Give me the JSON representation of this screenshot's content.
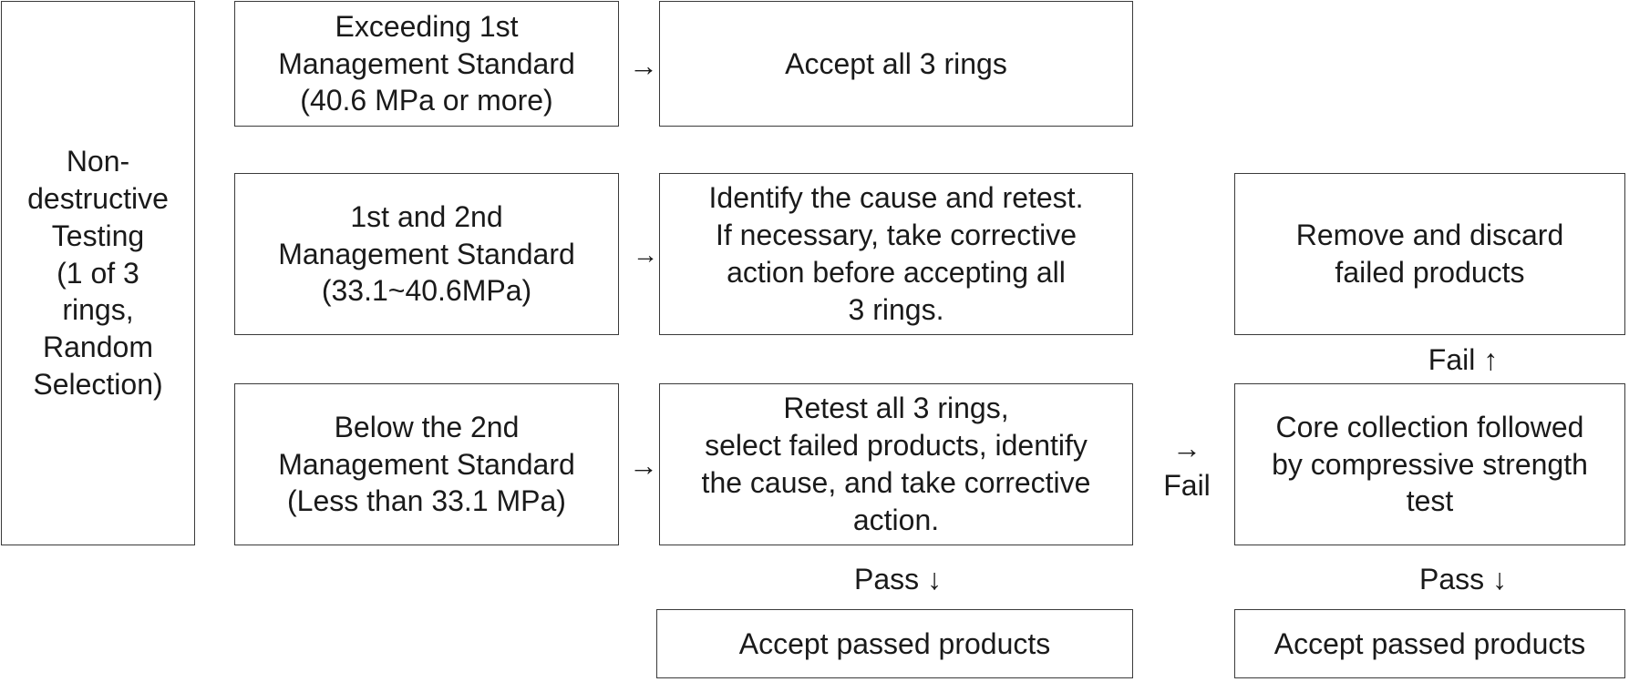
{
  "ndt": {
    "label": "Non-\ndestructive\nTesting\n(1 of 3\nrings,\nRandom\nSelection)"
  },
  "standards": {
    "first": "Exceeding 1st\nManagement Standard\n(40.6 MPa or more)",
    "second": "1st and 2nd\nManagement Standard\n(33.1~40.6MPa)",
    "third": "Below the 2nd\nManagement Standard\n(Less than 33.1 MPa)"
  },
  "actions": {
    "accept_all": "Accept all 3 rings",
    "retest_cause": "Identify the cause and retest.\nIf necessary, take corrective\naction before accepting all\n3 rings.",
    "retest_all": "Retest all 3 rings,\nselect failed products, identify\nthe cause, and take corrective\naction.",
    "accept_passed_1": "Accept passed products"
  },
  "core": {
    "remove": "Remove and discard\nfailed products",
    "core_test": "Core collection followed\nby compressive strength\ntest",
    "accept_passed_2": "Accept passed products"
  },
  "arrows": {
    "right": "→",
    "fail_label": "Fail",
    "fail_up": "Fail ↑",
    "pass_down": "Pass ↓"
  }
}
